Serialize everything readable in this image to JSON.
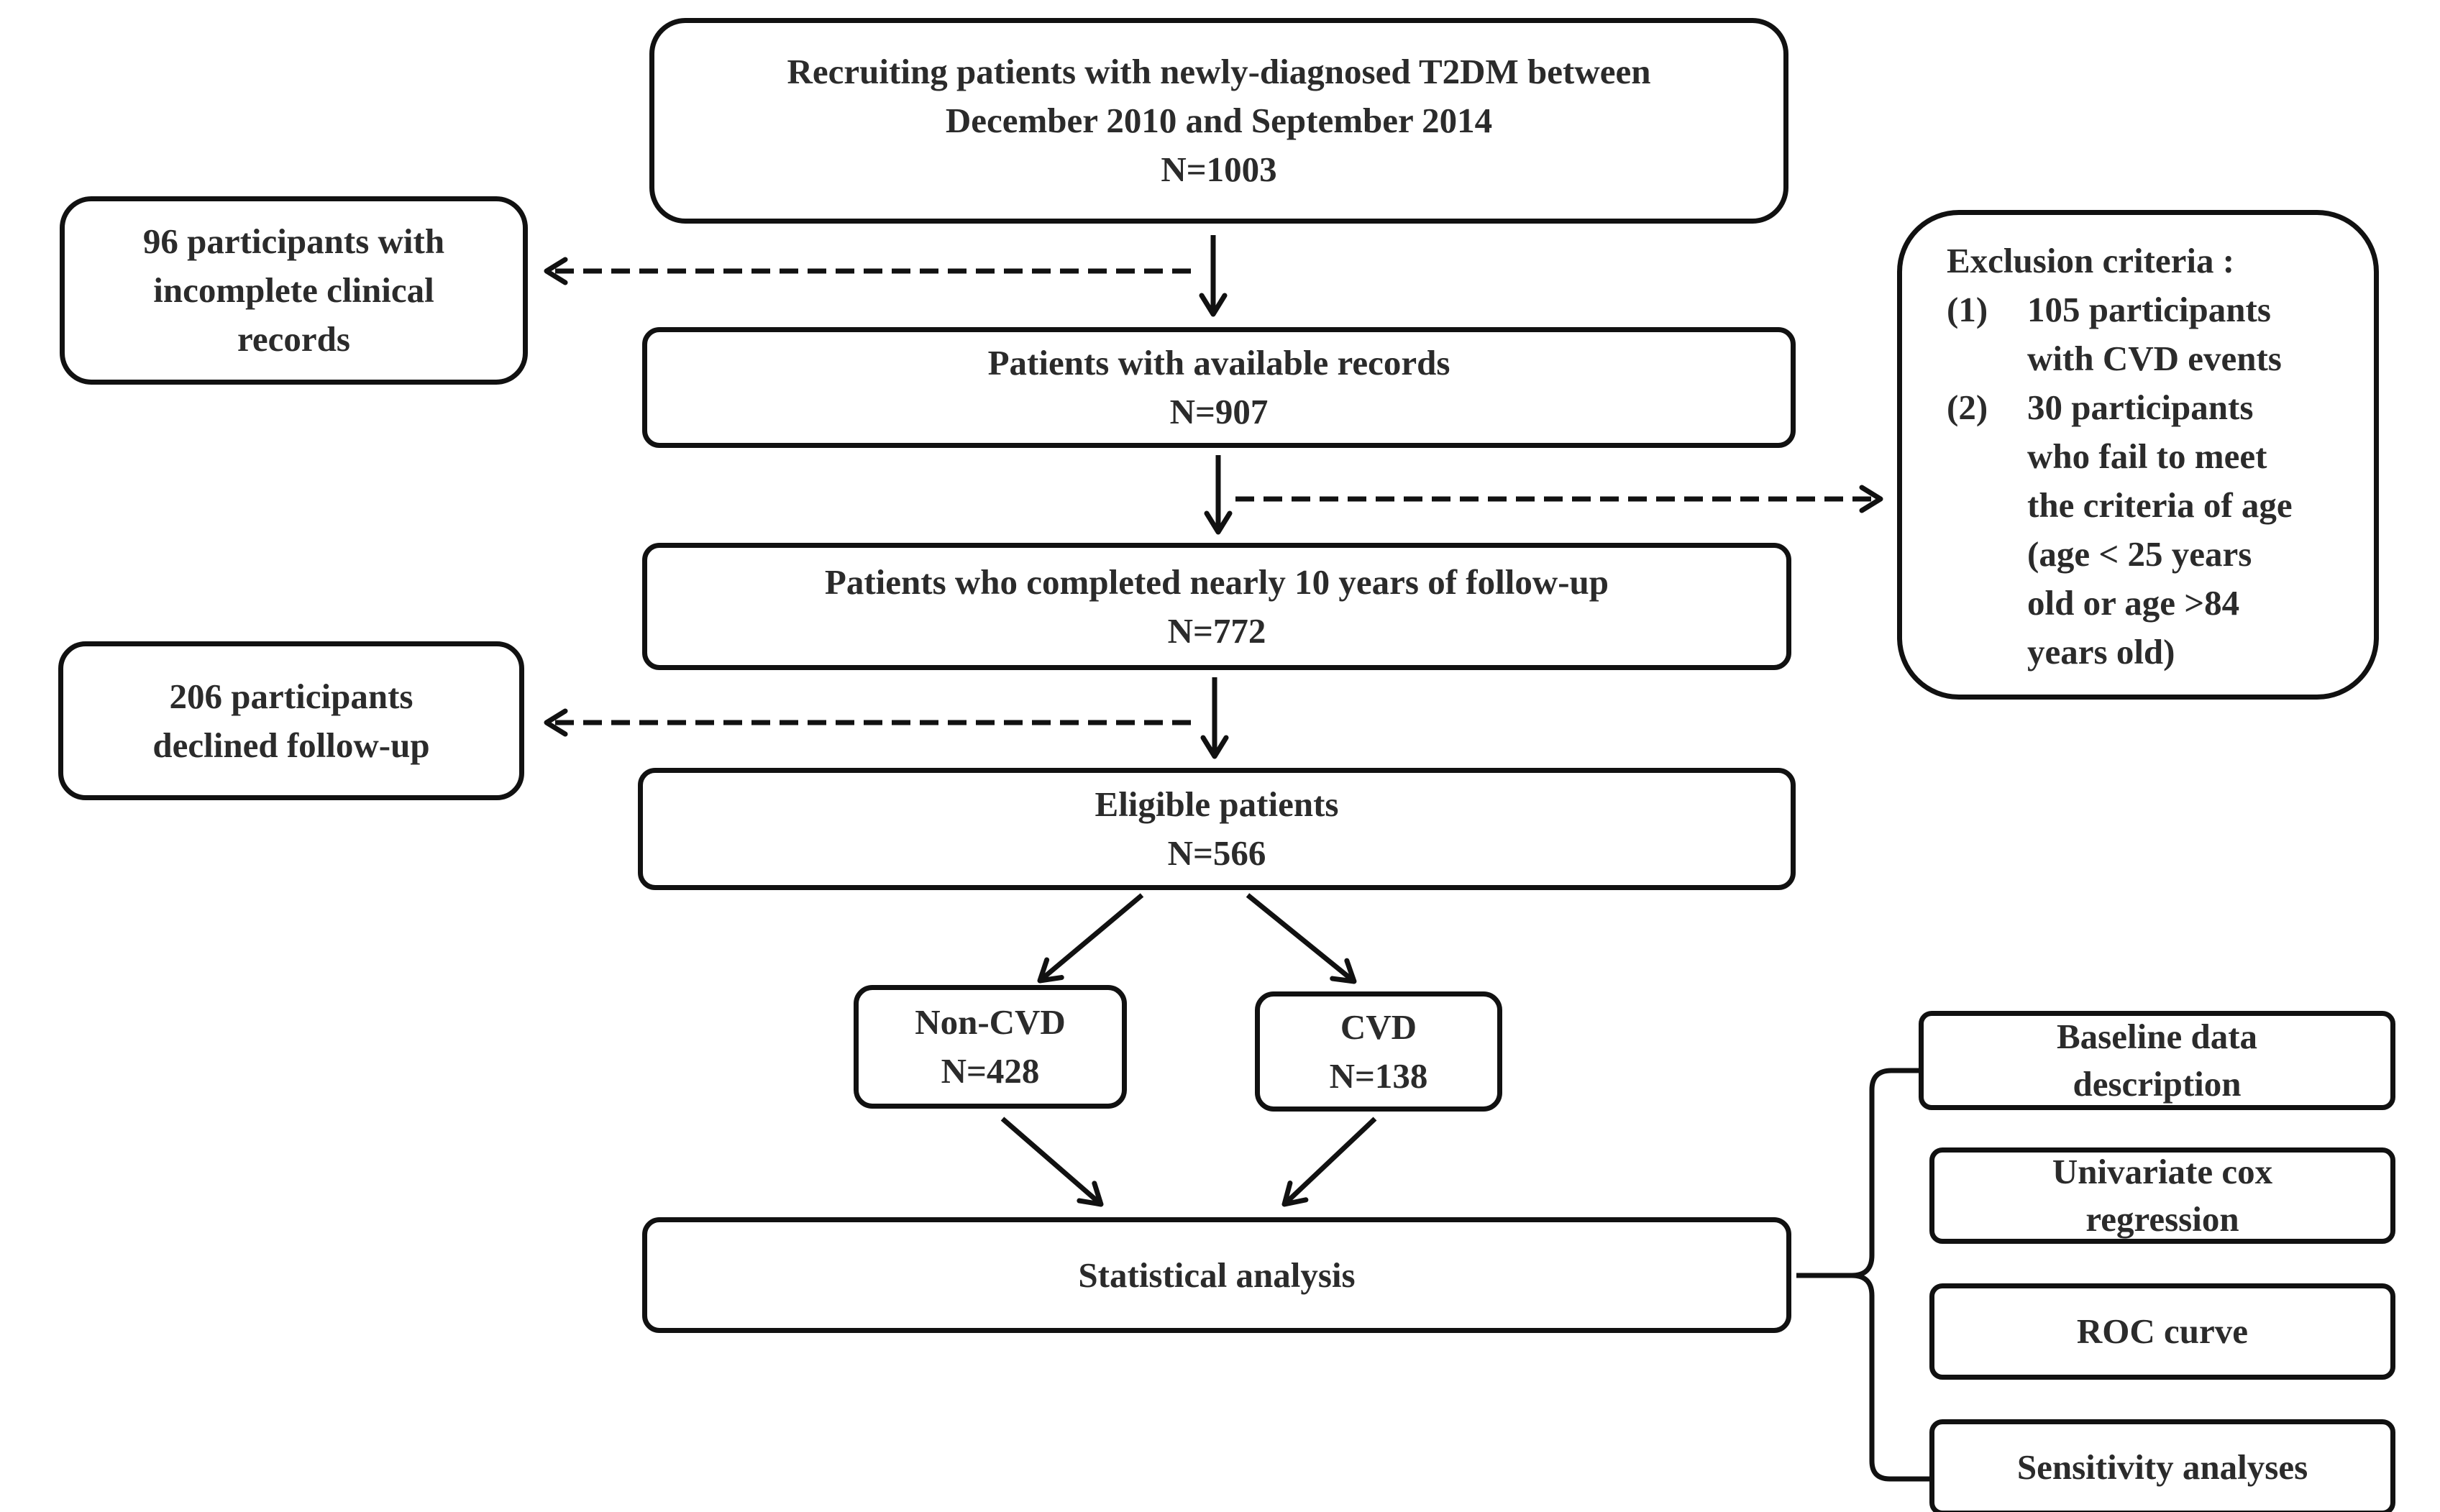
{
  "diagram": {
    "colors": {
      "background": "#ffffff",
      "stroke": "#111111",
      "text": "#2b2b2b"
    },
    "main_flow": {
      "recruit": {
        "lines": [
          "Recruiting patients with newly-diagnosed T2DM between",
          "December 2010 and September 2014"
        ],
        "count": "N=1003"
      },
      "available": {
        "label": "Patients with available records",
        "count": "N=907"
      },
      "followup": {
        "label": "Patients who completed nearly 10 years of follow-up",
        "count": "N=772"
      },
      "eligible": {
        "label": "Eligible patients",
        "count": "N=566"
      },
      "stats": {
        "label": "Statistical analysis"
      }
    },
    "groups": {
      "non_cvd": {
        "label": "Non-CVD",
        "count": "N=428"
      },
      "cvd": {
        "label": "CVD",
        "count": "N=138"
      }
    },
    "excluded": {
      "incomplete": {
        "lines": [
          "96 participants with",
          "incomplete clinical",
          "records"
        ]
      },
      "declined": {
        "lines": [
          "206 participants",
          "declined follow-up"
        ]
      },
      "criteria": {
        "title": "Exclusion criteria :",
        "items": [
          {
            "num": "(1)",
            "lines": [
              "105 participants",
              "with CVD events"
            ]
          },
          {
            "num": "(2)",
            "lines": [
              "30 participants",
              "who fail to meet",
              "the criteria of age",
              "(age < 25 years",
              "old or age >84",
              "years old)"
            ]
          }
        ]
      }
    },
    "analyses": [
      {
        "lines": [
          "Baseline data",
          "description"
        ]
      },
      {
        "lines": [
          "Univariate cox",
          "regression"
        ]
      },
      {
        "lines": [
          "ROC curve"
        ]
      },
      {
        "lines": [
          "Sensitivity analyses"
        ]
      }
    ]
  }
}
